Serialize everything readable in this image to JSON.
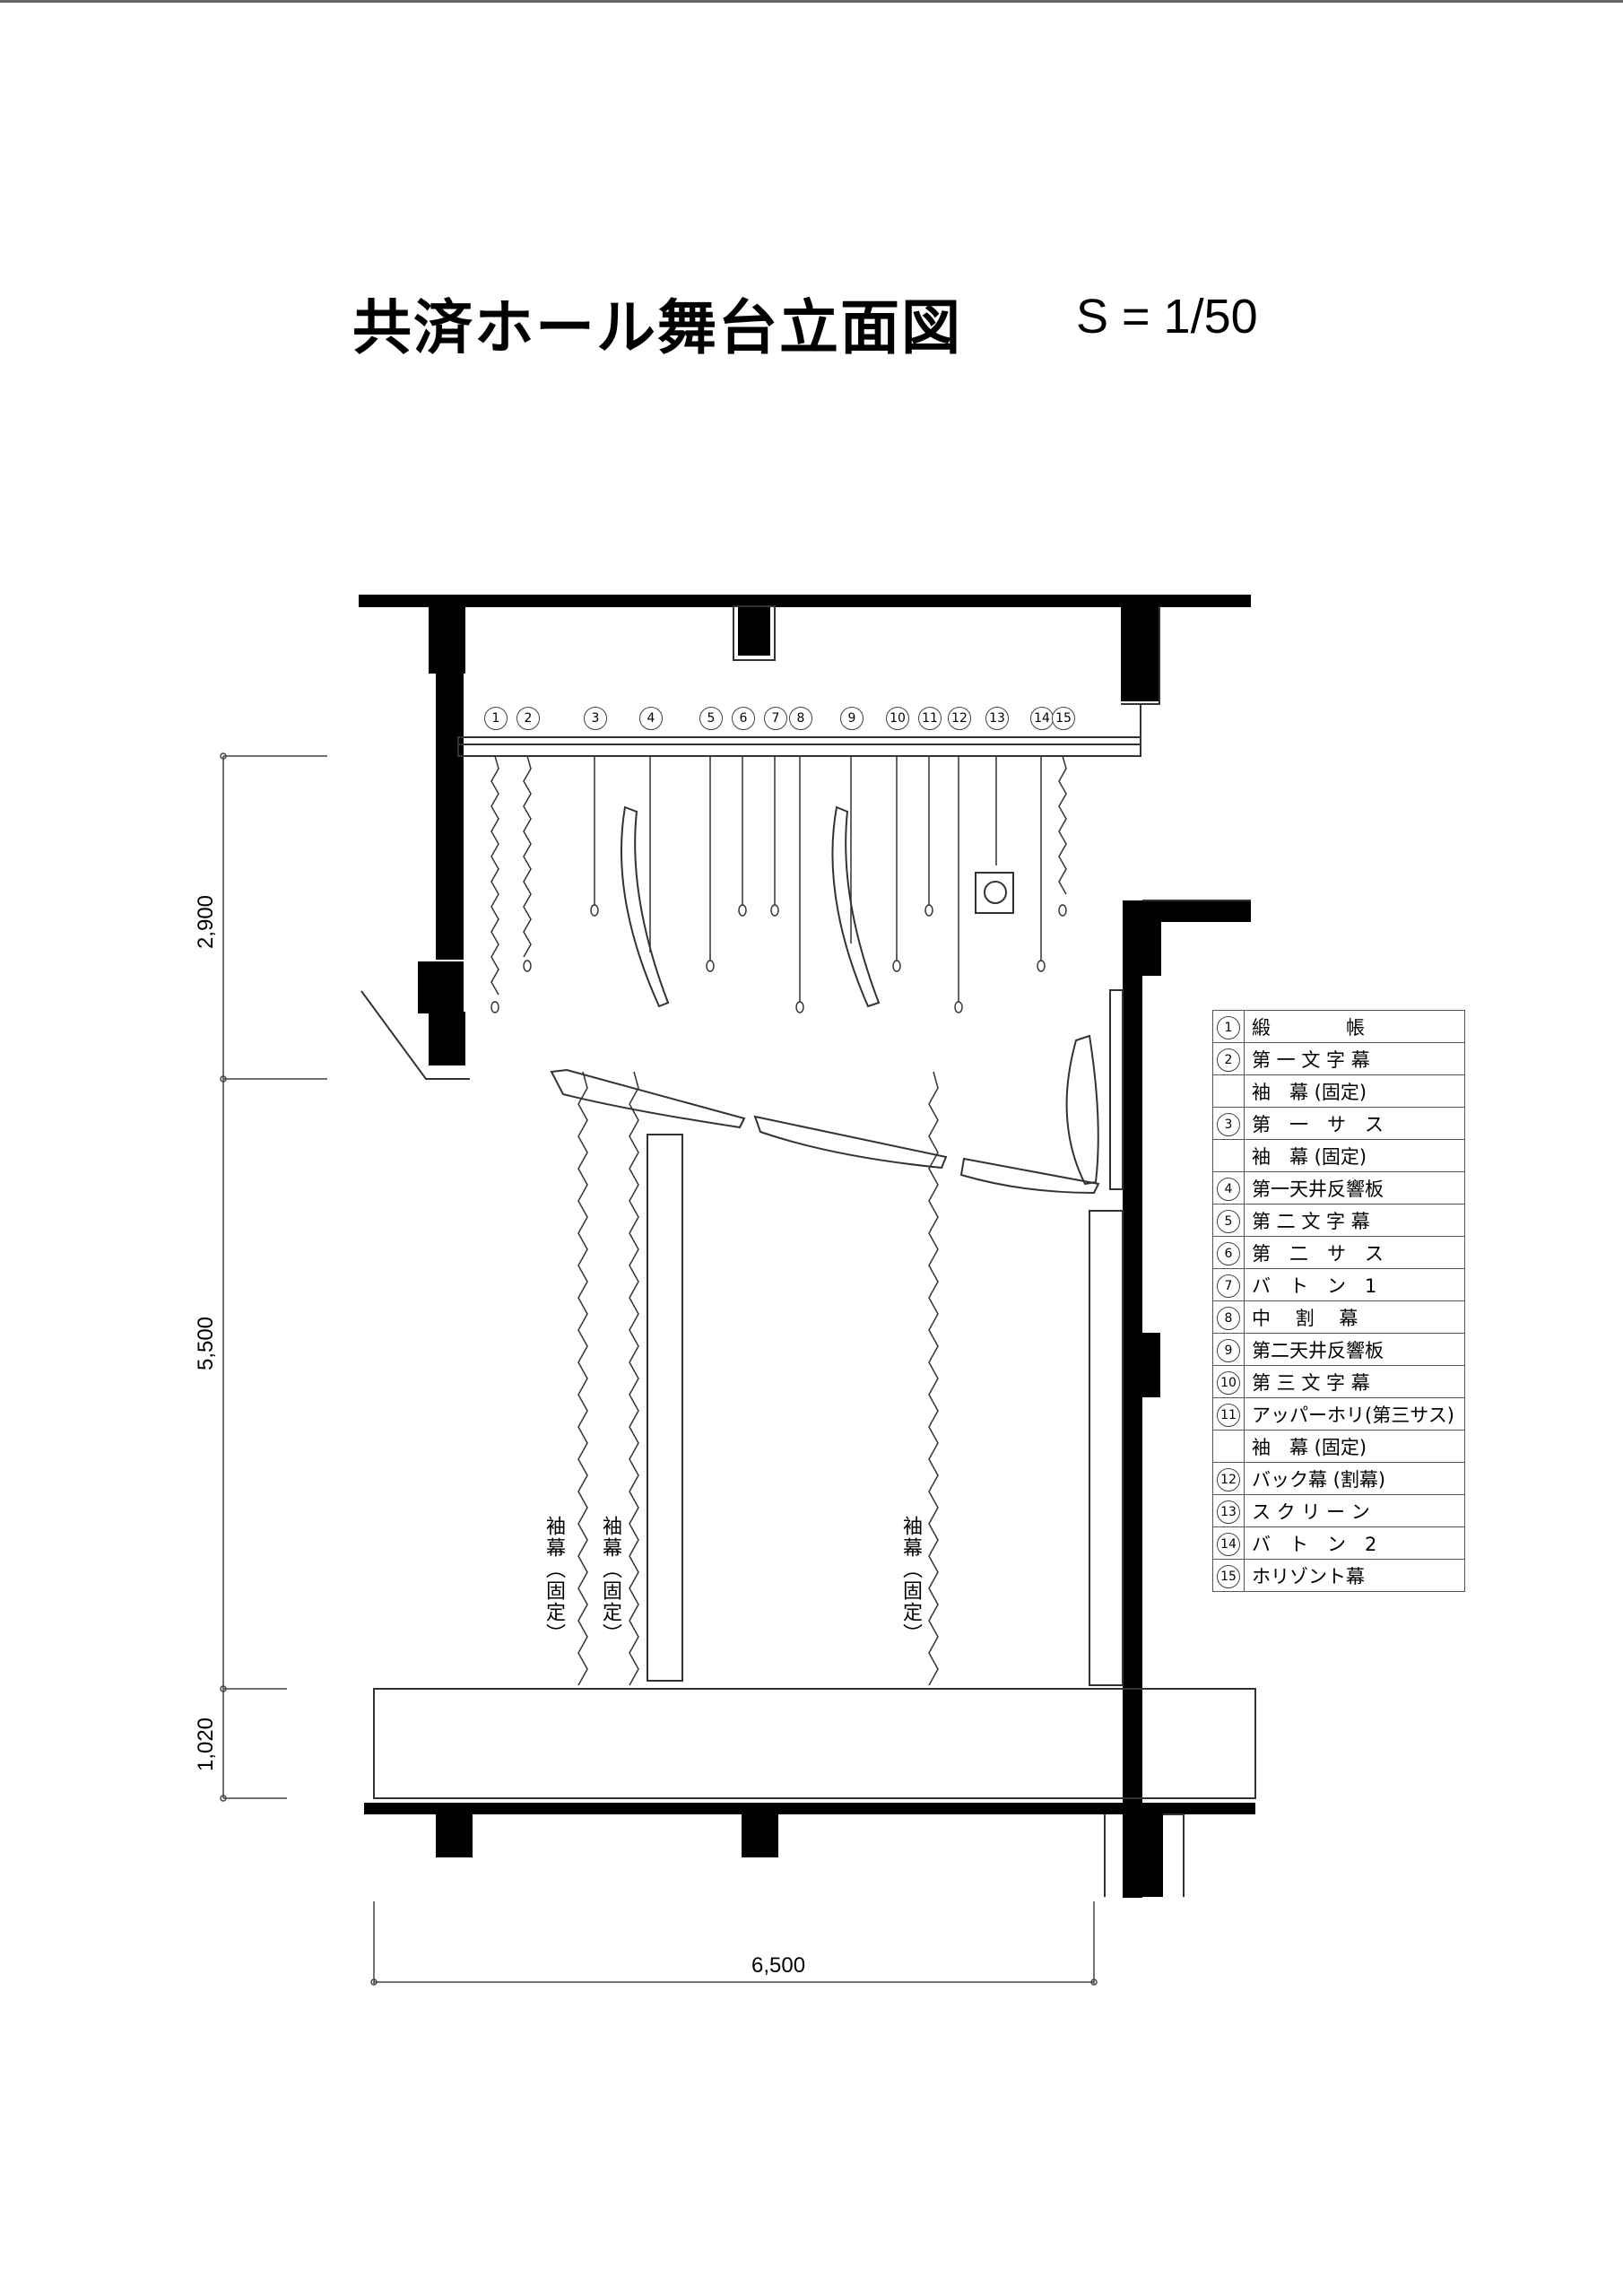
{
  "title": "共済ホール舞台立面図",
  "scale": "S = 1/50",
  "batten_numbers": [
    "1",
    "2",
    "3",
    "4",
    "5",
    "6",
    "7",
    "8",
    "9",
    "10",
    "11",
    "12",
    "13",
    "14",
    "15"
  ],
  "curtain_labels": [
    "袖幕（固定）",
    "袖幕（固定）",
    "袖幕（固定）"
  ],
  "dimensions": {
    "vertical": [
      "2,900",
      "5,500",
      "1,020"
    ],
    "horizontal": "6,500"
  },
  "legend": [
    {
      "num": "1",
      "label": "緞　　　　帳"
    },
    {
      "num": "2",
      "label": "第 一 文 字 幕"
    },
    {
      "num": "",
      "label": "袖　幕 (固定)"
    },
    {
      "num": "3",
      "label": "第　一　サ　ス"
    },
    {
      "num": "",
      "label": "袖　幕 (固定)"
    },
    {
      "num": "4",
      "label": "第一天井反響板"
    },
    {
      "num": "5",
      "label": "第 二 文 字 幕"
    },
    {
      "num": "6",
      "label": "第　二　サ　ス"
    },
    {
      "num": "7",
      "label": "バ　ト　ン　1"
    },
    {
      "num": "8",
      "label": "中　 割　 幕"
    },
    {
      "num": "9",
      "label": "第二天井反響板"
    },
    {
      "num": "10",
      "label": "第 三 文 字 幕"
    },
    {
      "num": "11",
      "label": "アッパーホリ(第三サス)"
    },
    {
      "num": "",
      "label": "袖　幕 (固定)"
    },
    {
      "num": "12",
      "label": "バック幕 (割幕)"
    },
    {
      "num": "13",
      "label": "ス ク リ ー ン"
    },
    {
      "num": "14",
      "label": "バ　ト　ン　2"
    },
    {
      "num": "15",
      "label": "ホリゾント幕"
    }
  ]
}
